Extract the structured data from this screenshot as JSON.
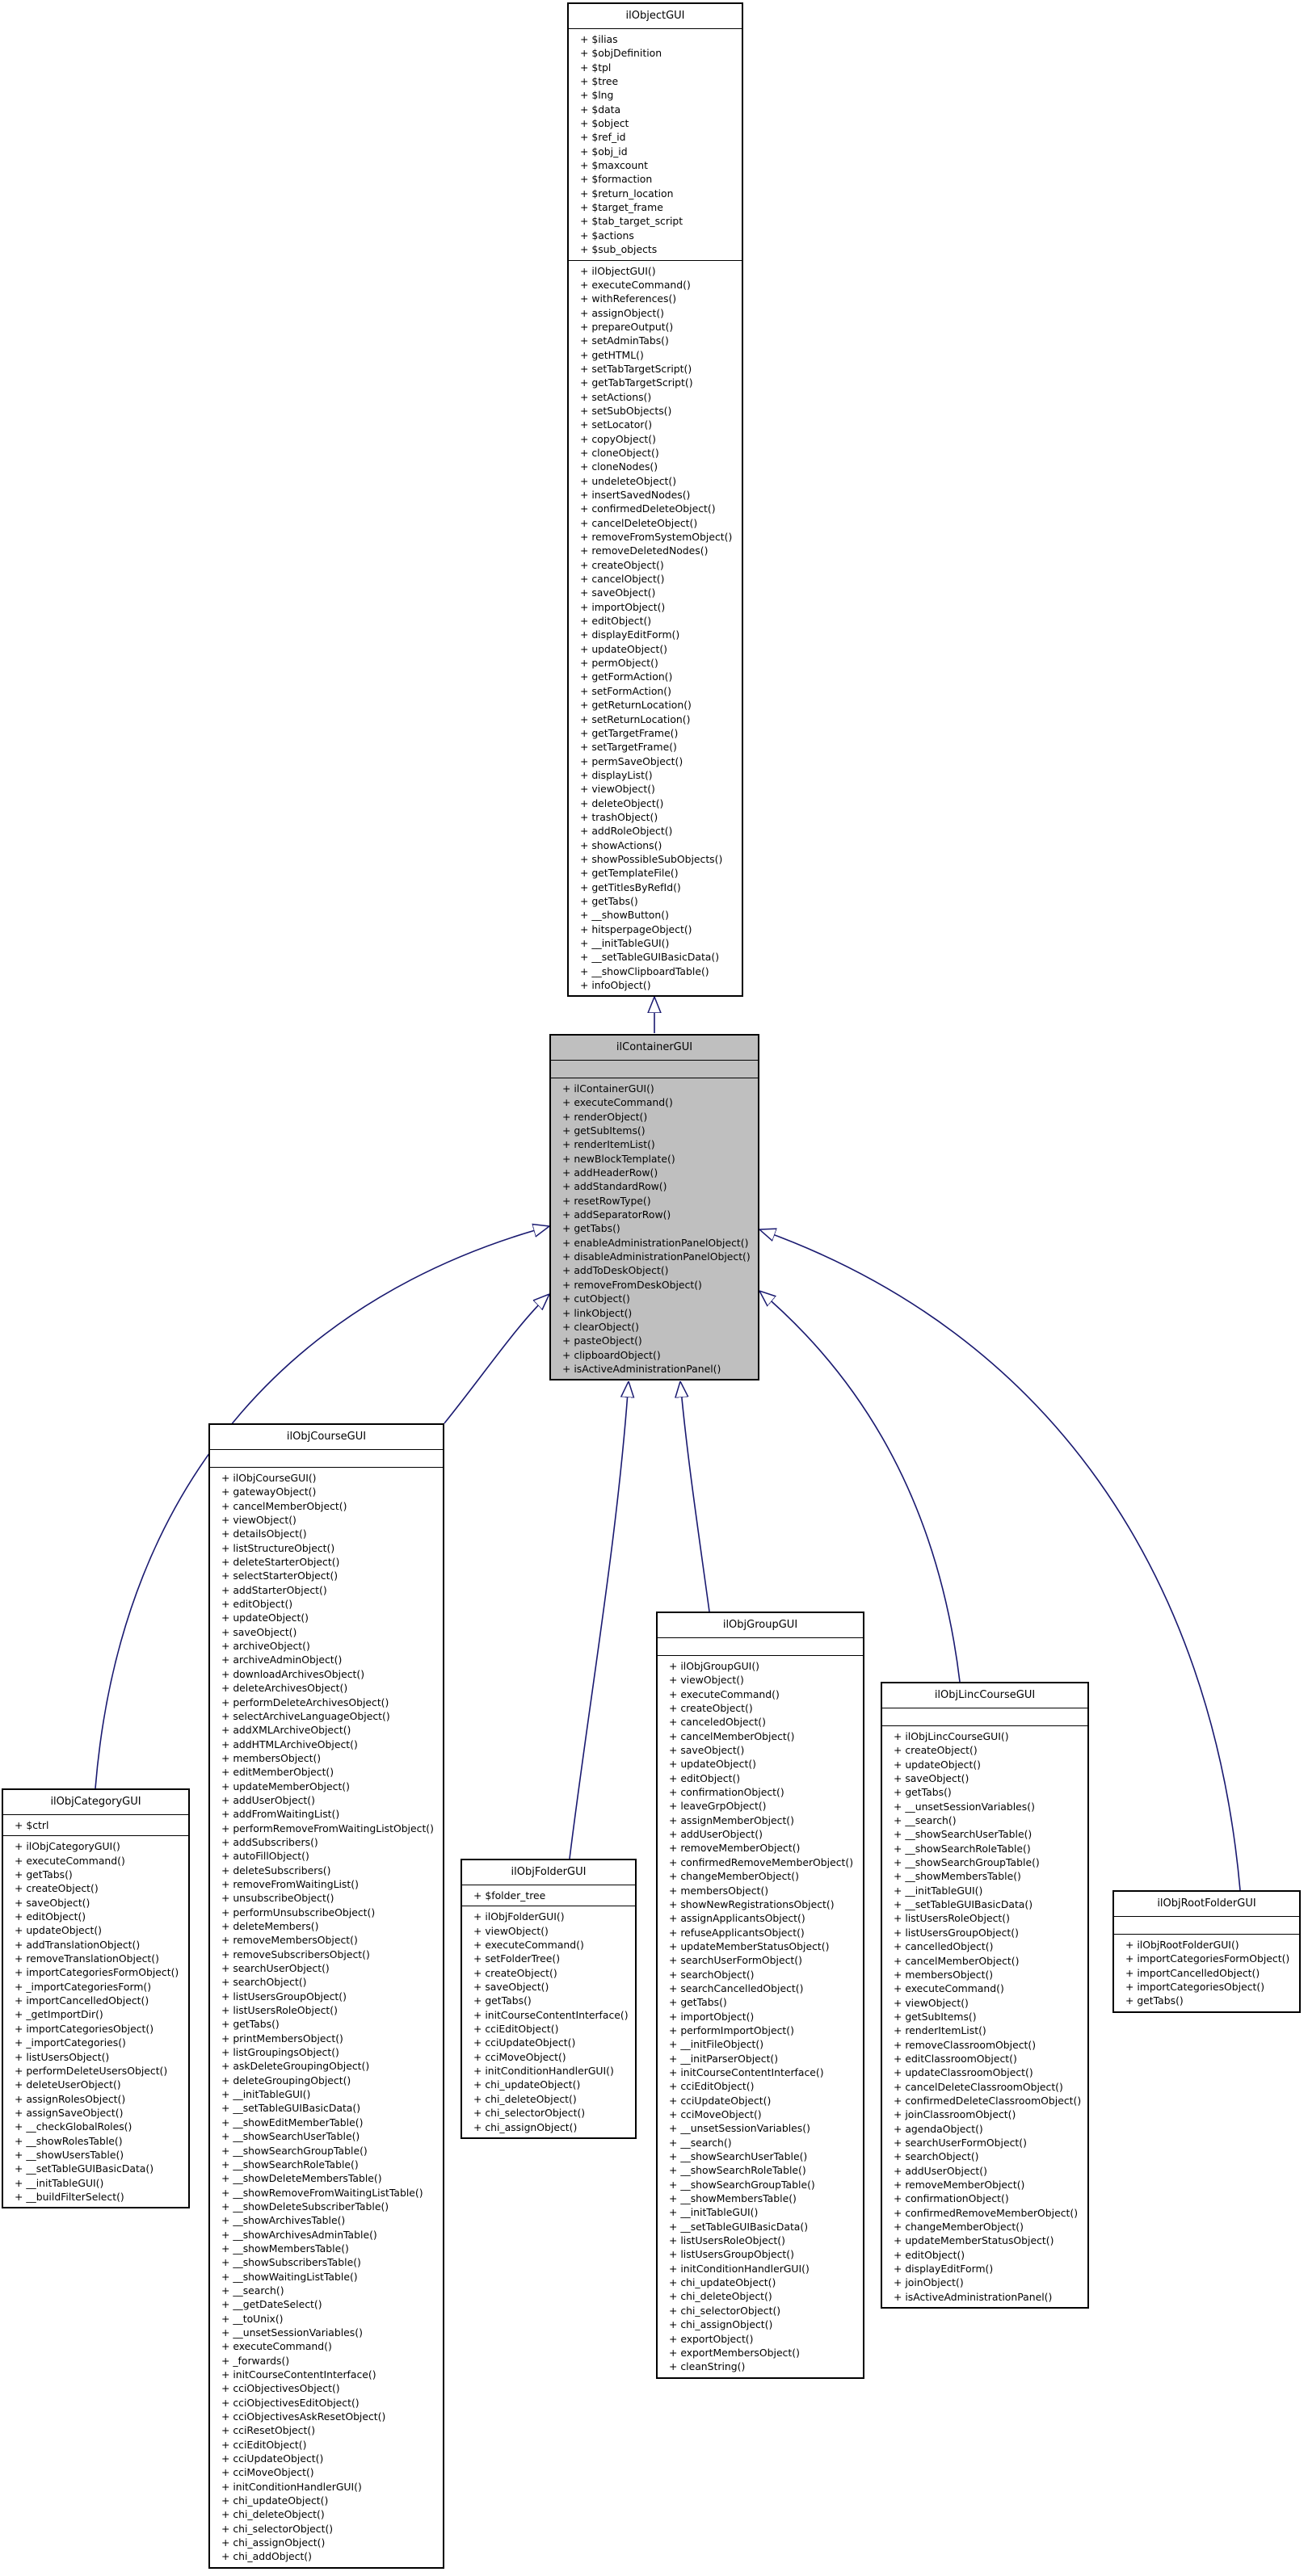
{
  "colors": {
    "edge": "#191970",
    "box_border": "#000000",
    "highlight": "#bfbfbf"
  },
  "classes": {
    "ilObjectGUI": {
      "title": "ilObjectGUI",
      "attributes": [
        "+ $ilias",
        "+ $objDefinition",
        "+ $tpl",
        "+ $tree",
        "+ $lng",
        "+ $data",
        "+ $object",
        "+ $ref_id",
        "+ $obj_id",
        "+ $maxcount",
        "+ $formaction",
        "+ $return_location",
        "+ $target_frame",
        "+ $tab_target_script",
        "+ $actions",
        "+ $sub_objects"
      ],
      "methods": [
        "+ ilObjectGUI()",
        "+ executeCommand()",
        "+ withReferences()",
        "+ assignObject()",
        "+ prepareOutput()",
        "+ setAdminTabs()",
        "+ getHTML()",
        "+ setTabTargetScript()",
        "+ getTabTargetScript()",
        "+ setActions()",
        "+ setSubObjects()",
        "+ setLocator()",
        "+ copyObject()",
        "+ cloneObject()",
        "+ cloneNodes()",
        "+ undeleteObject()",
        "+ insertSavedNodes()",
        "+ confirmedDeleteObject()",
        "+ cancelDeleteObject()",
        "+ removeFromSystemObject()",
        "+ removeDeletedNodes()",
        "+ createObject()",
        "+ cancelObject()",
        "+ saveObject()",
        "+ importObject()",
        "+ editObject()",
        "+ displayEditForm()",
        "+ updateObject()",
        "+ permObject()",
        "+ getFormAction()",
        "+ setFormAction()",
        "+ getReturnLocation()",
        "+ setReturnLocation()",
        "+ getTargetFrame()",
        "+ setTargetFrame()",
        "+ permSaveObject()",
        "+ displayList()",
        "+ viewObject()",
        "+ deleteObject()",
        "+ trashObject()",
        "+ addRoleObject()",
        "+ showActions()",
        "+ showPossibleSubObjects()",
        "+ getTemplateFile()",
        "+ getTitlesByRefId()",
        "+ getTabs()",
        "+ __showButton()",
        "+ hitsperpageObject()",
        "+ __initTableGUI()",
        "+ __setTableGUIBasicData()",
        "+ __showClipboardTable()",
        "+ infoObject()"
      ]
    },
    "ilContainerGUI": {
      "title": "ilContainerGUI",
      "attributes": [],
      "methods": [
        "+ ilContainerGUI()",
        "+ executeCommand()",
        "+ renderObject()",
        "+ getSubItems()",
        "+ renderItemList()",
        "+ newBlockTemplate()",
        "+ addHeaderRow()",
        "+ addStandardRow()",
        "+ resetRowType()",
        "+ addSeparatorRow()",
        "+ getTabs()",
        "+ enableAdministrationPanelObject()",
        "+ disableAdministrationPanelObject()",
        "+ addToDeskObject()",
        "+ removeFromDeskObject()",
        "+ cutObject()",
        "+ linkObject()",
        "+ clearObject()",
        "+ pasteObject()",
        "+ clipboardObject()",
        "+ isActiveAdministrationPanel()"
      ]
    },
    "ilObjCourseGUI": {
      "title": "ilObjCourseGUI",
      "attributes": [],
      "methods": [
        "+ ilObjCourseGUI()",
        "+ gatewayObject()",
        "+ cancelMemberObject()",
        "+ viewObject()",
        "+ detailsObject()",
        "+ listStructureObject()",
        "+ deleteStarterObject()",
        "+ selectStarterObject()",
        "+ addStarterObject()",
        "+ editObject()",
        "+ updateObject()",
        "+ saveObject()",
        "+ archiveObject()",
        "+ archiveAdminObject()",
        "+ downloadArchivesObject()",
        "+ deleteArchivesObject()",
        "+ performDeleteArchivesObject()",
        "+ selectArchiveLanguageObject()",
        "+ addXMLArchiveObject()",
        "+ addHTMLArchiveObject()",
        "+ membersObject()",
        "+ editMemberObject()",
        "+ updateMemberObject()",
        "+ addUserObject()",
        "+ addFromWaitingList()",
        "+ performRemoveFromWaitingListObject()",
        "+ addSubscribers()",
        "+ autoFillObject()",
        "+ deleteSubscribers()",
        "+ removeFromWaitingList()",
        "+ unsubscribeObject()",
        "+ performUnsubscribeObject()",
        "+ deleteMembers()",
        "+ removeMembersObject()",
        "+ removeSubscribersObject()",
        "+ searchUserObject()",
        "+ searchObject()",
        "+ listUsersGroupObject()",
        "+ listUsersRoleObject()",
        "+ getTabs()",
        "+ printMembersObject()",
        "+ listGroupingsObject()",
        "+ askDeleteGroupingObject()",
        "+ deleteGroupingObject()",
        "+ __initTableGUI()",
        "+ __setTableGUIBasicData()",
        "+ __showEditMemberTable()",
        "+ __showSearchUserTable()",
        "+ __showSearchGroupTable()",
        "+ __showSearchRoleTable()",
        "+ __showDeleteMembersTable()",
        "+ __showRemoveFromWaitingListTable()",
        "+ __showDeleteSubscriberTable()",
        "+ __showArchivesTable()",
        "+ __showArchivesAdminTable()",
        "+ __showMembersTable()",
        "+ __showSubscribersTable()",
        "+ __showWaitingListTable()",
        "+ __search()",
        "+ __getDateSelect()",
        "+ __toUnix()",
        "+ __unsetSessionVariables()",
        "+ executeCommand()",
        "+ _forwards()",
        "+ initCourseContentInterface()",
        "+ cciObjectivesObject()",
        "+ cciObjectivesEditObject()",
        "+ cciObjectivesAskResetObject()",
        "+ cciResetObject()",
        "+ cciEditObject()",
        "+ cciUpdateObject()",
        "+ cciMoveObject()",
        "+ initConditionHandlerGUI()",
        "+ chi_updateObject()",
        "+ chi_deleteObject()",
        "+ chi_selectorObject()",
        "+ chi_assignObject()",
        "+ chi_addObject()"
      ]
    },
    "ilObjGroupGUI": {
      "title": "ilObjGroupGUI",
      "attributes": [],
      "methods": [
        "+ ilObjGroupGUI()",
        "+ viewObject()",
        "+ executeCommand()",
        "+ createObject()",
        "+ canceledObject()",
        "+ cancelMemberObject()",
        "+ saveObject()",
        "+ updateObject()",
        "+ editObject()",
        "+ confirmationObject()",
        "+ leaveGrpObject()",
        "+ assignMemberObject()",
        "+ addUserObject()",
        "+ removeMemberObject()",
        "+ confirmedRemoveMemberObject()",
        "+ changeMemberObject()",
        "+ membersObject()",
        "+ showNewRegistrationsObject()",
        "+ assignApplicantsObject()",
        "+ refuseApplicantsObject()",
        "+ updateMemberStatusObject()",
        "+ searchUserFormObject()",
        "+ searchObject()",
        "+ searchCancelledObject()",
        "+ getTabs()",
        "+ importObject()",
        "+ performImportObject()",
        "+ __initFileObject()",
        "+ __initParserObject()",
        "+ initCourseContentInterface()",
        "+ cciEditObject()",
        "+ cciUpdateObject()",
        "+ cciMoveObject()",
        "+ __unsetSessionVariables()",
        "+ __search()",
        "+ __showSearchUserTable()",
        "+ __showSearchRoleTable()",
        "+ __showSearchGroupTable()",
        "+ __showMembersTable()",
        "+ __initTableGUI()",
        "+ __setTableGUIBasicData()",
        "+ listUsersRoleObject()",
        "+ listUsersGroupObject()",
        "+ initConditionHandlerGUI()",
        "+ chi_updateObject()",
        "+ chi_deleteObject()",
        "+ chi_selectorObject()",
        "+ chi_assignObject()",
        "+ exportObject()",
        "+ exportMembersObject()",
        "+ cleanString()"
      ]
    },
    "ilObjLincCourseGUI": {
      "title": "ilObjLincCourseGUI",
      "attributes": [],
      "methods": [
        "+ ilObjLincCourseGUI()",
        "+ createObject()",
        "+ updateObject()",
        "+ saveObject()",
        "+ getTabs()",
        "+ __unsetSessionVariables()",
        "+ __search()",
        "+ __showSearchUserTable()",
        "+ __showSearchRoleTable()",
        "+ __showSearchGroupTable()",
        "+ __showMembersTable()",
        "+ __initTableGUI()",
        "+ __setTableGUIBasicData()",
        "+ listUsersRoleObject()",
        "+ listUsersGroupObject()",
        "+ cancelledObject()",
        "+ cancelMemberObject()",
        "+ membersObject()",
        "+ executeCommand()",
        "+ viewObject()",
        "+ getSubItems()",
        "+ renderItemList()",
        "+ removeClassroomObject()",
        "+ editClassroomObject()",
        "+ updateClassroomObject()",
        "+ cancelDeleteClassroomObject()",
        "+ confirmedDeleteClassroomObject()",
        "+ joinClassroomObject()",
        "+ agendaObject()",
        "+ searchUserFormObject()",
        "+ searchObject()",
        "+ addUserObject()",
        "+ removeMemberObject()",
        "+ confirmationObject()",
        "+ confirmedRemoveMemberObject()",
        "+ changeMemberObject()",
        "+ updateMemberStatusObject()",
        "+ editObject()",
        "+ displayEditForm()",
        "+ joinObject()",
        "+ isActiveAdministrationPanel()"
      ]
    },
    "ilObjCategoryGUI": {
      "title": "ilObjCategoryGUI",
      "attributes": [
        "+ $ctrl"
      ],
      "methods": [
        "+ ilObjCategoryGUI()",
        "+ executeCommand()",
        "+ getTabs()",
        "+ createObject()",
        "+ saveObject()",
        "+ editObject()",
        "+ updateObject()",
        "+ addTranslationObject()",
        "+ removeTranslationObject()",
        "+ importCategoriesFormObject()",
        "+ _importCategoriesForm()",
        "+ importCancelledObject()",
        "+ _getImportDir()",
        "+ importCategoriesObject()",
        "+ _importCategories()",
        "+ listUsersObject()",
        "+ performDeleteUsersObject()",
        "+ deleteUserObject()",
        "+ assignRolesObject()",
        "+ assignSaveObject()",
        "+ __checkGlobalRoles()",
        "+ __showRolesTable()",
        "+ __showUsersTable()",
        "+ __setTableGUIBasicData()",
        "+ __initTableGUI()",
        "+ __buildFilterSelect()"
      ]
    },
    "ilObjFolderGUI": {
      "title": "ilObjFolderGUI",
      "attributes": [
        "+ $folder_tree"
      ],
      "methods": [
        "+ ilObjFolderGUI()",
        "+ viewObject()",
        "+ executeCommand()",
        "+ setFolderTree()",
        "+ createObject()",
        "+ saveObject()",
        "+ getTabs()",
        "+ initCourseContentInterface()",
        "+ cciEditObject()",
        "+ cciUpdateObject()",
        "+ cciMoveObject()",
        "+ initConditionHandlerGUI()",
        "+ chi_updateObject()",
        "+ chi_deleteObject()",
        "+ chi_selectorObject()",
        "+ chi_assignObject()"
      ]
    },
    "ilObjRootFolderGUI": {
      "title": "ilObjRootFolderGUI",
      "attributes": [],
      "methods": [
        "+ ilObjRootFolderGUI()",
        "+ importCategoriesFormObject()",
        "+ importCancelledObject()",
        "+ importCategoriesObject()",
        "+ getTabs()"
      ]
    }
  }
}
